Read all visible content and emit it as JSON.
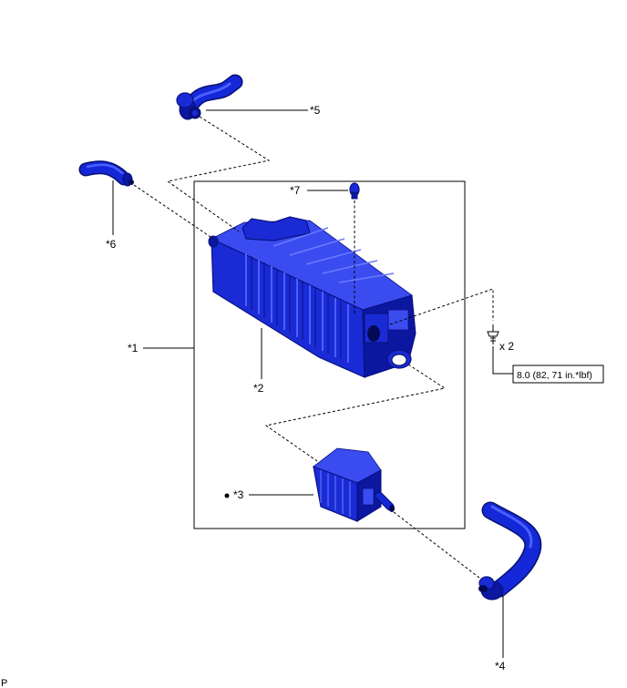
{
  "labels": {
    "p1": "*1",
    "p2": "*2",
    "p3": "*3",
    "p4": "*4",
    "p5": "*5",
    "p6": "*6",
    "p7": "*7"
  },
  "bolt_qty": "x 2",
  "torque": "8.0 (82, 71 in.*lbf)",
  "corner_mark": "P",
  "colors": {
    "part_blue": "#1a2bd6",
    "outline": "#000000"
  },
  "icons": [
    "bolt-icon",
    "dot-marker-icon"
  ]
}
